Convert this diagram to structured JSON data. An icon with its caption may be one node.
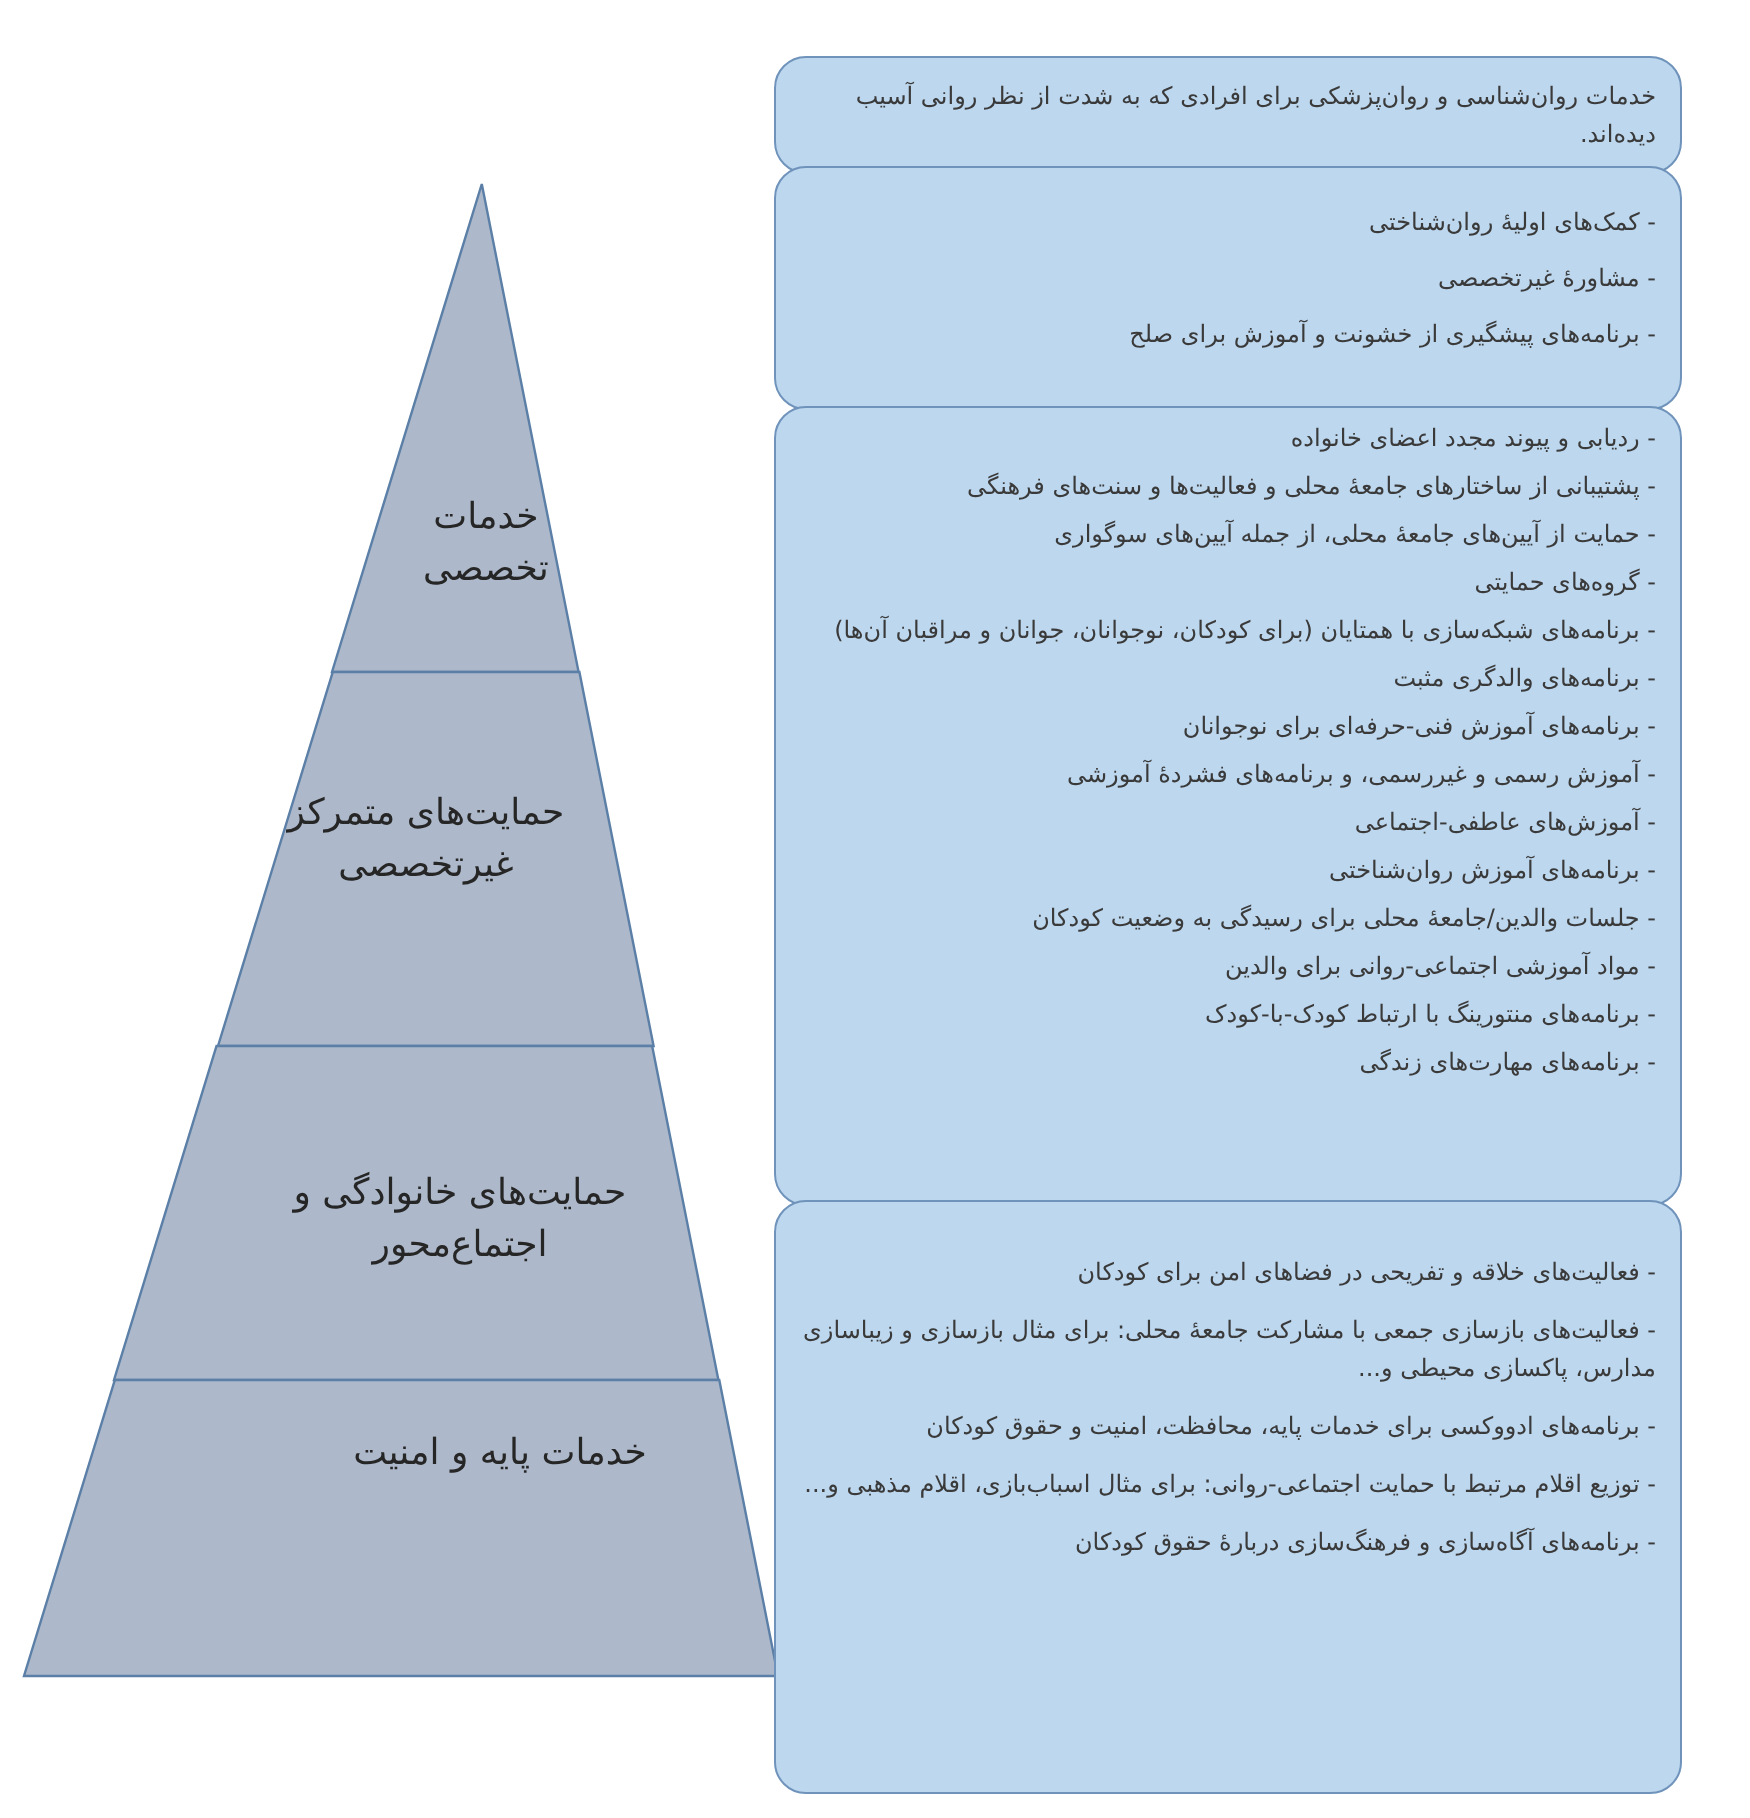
{
  "diagram": {
    "nodes": [
      {
        "text": [
          "خدمات تخصصی"
        ]
      },
      {
        "text": [
          "حمایت‌های متمرکز غیرتخصصی"
        ]
      },
      {
        "text": [
          "حمایت‌های خانوادگی و اجتماع‌محور"
        ]
      },
      {
        "text": [
          "خدمات پایه و امنیت"
        ]
      },
      {
        "text": [
          "خدمات روان‌شناسی و روان‌پزشکی برای افرادی که به شدت از نظر روانی آسیب دیده‌اند."
        ]
      },
      {
        "text": [
          "- کمک‌های اولیهٔ روان‌شناختی",
          "- مشاورهٔ غیرتخصصی",
          "- برنامه‌های پیشگیری از خشونت و آموزش برای صلح"
        ]
      },
      {
        "text": [
          "- ردیابی و پیوند مجدد اعضای خانواده",
          "- پشتیبانی از ساختارهای جامعهٔ محلی و فعالیت‌ها و سنت‌های فرهنگی",
          "- حمایت از آیین‌های جامعهٔ محلی، از جمله آیین‌های سوگواری",
          "- گروه‌های حمایتی",
          "- برنامه‌های شبکه‌سازی با همتایان (برای کودکان، نوجوانان، جوانان و مراقبان آن‌ها)",
          "- برنامه‌های والدگری مثبت",
          "- برنامه‌های آموزش فنی-حرفه‌ای برای نوجوانان",
          "- آموزش رسمی و غیررسمی، و برنامه‌های فشردهٔ آموزشی",
          "- آموزش‌های عاطفی-اجتماعی",
          "- برنامه‌های آموزش روان‌شناختی",
          "- جلسات والدین/جامعهٔ محلی برای رسیدگی به وضعیت کودکان",
          "- مواد آموزشی اجتماعی-روانی برای والدین",
          "- برنامه‌های منتورینگ با ارتباط کودک-با-کودک",
          "- برنامه‌های مهارت‌های زندگی"
        ]
      },
      {
        "text": [
          "- فعالیت‌های خلاقه و تفریحی در فضاهای امن برای کودکان",
          "- فعالیت‌های بازسازی جمعی با مشارکت جامعهٔ محلی: برای مثال بازسازی و زیباسازی مدارس، پاکسازی محیطی و...",
          "- برنامه‌های ادووکسی برای خدمات پایه، محافظت، امنیت و حقوق کودکان",
          "- توزیع اقلام مرتبط با حمایت اجتماعی-روانی: برای مثال اسباب‌بازی، اقلام مذهبی و...",
          "- برنامه‌های آگاه‌سازی و فرهنگ‌سازی دربارهٔ حقوق کودکان"
        ]
      }
    ]
  }
}
